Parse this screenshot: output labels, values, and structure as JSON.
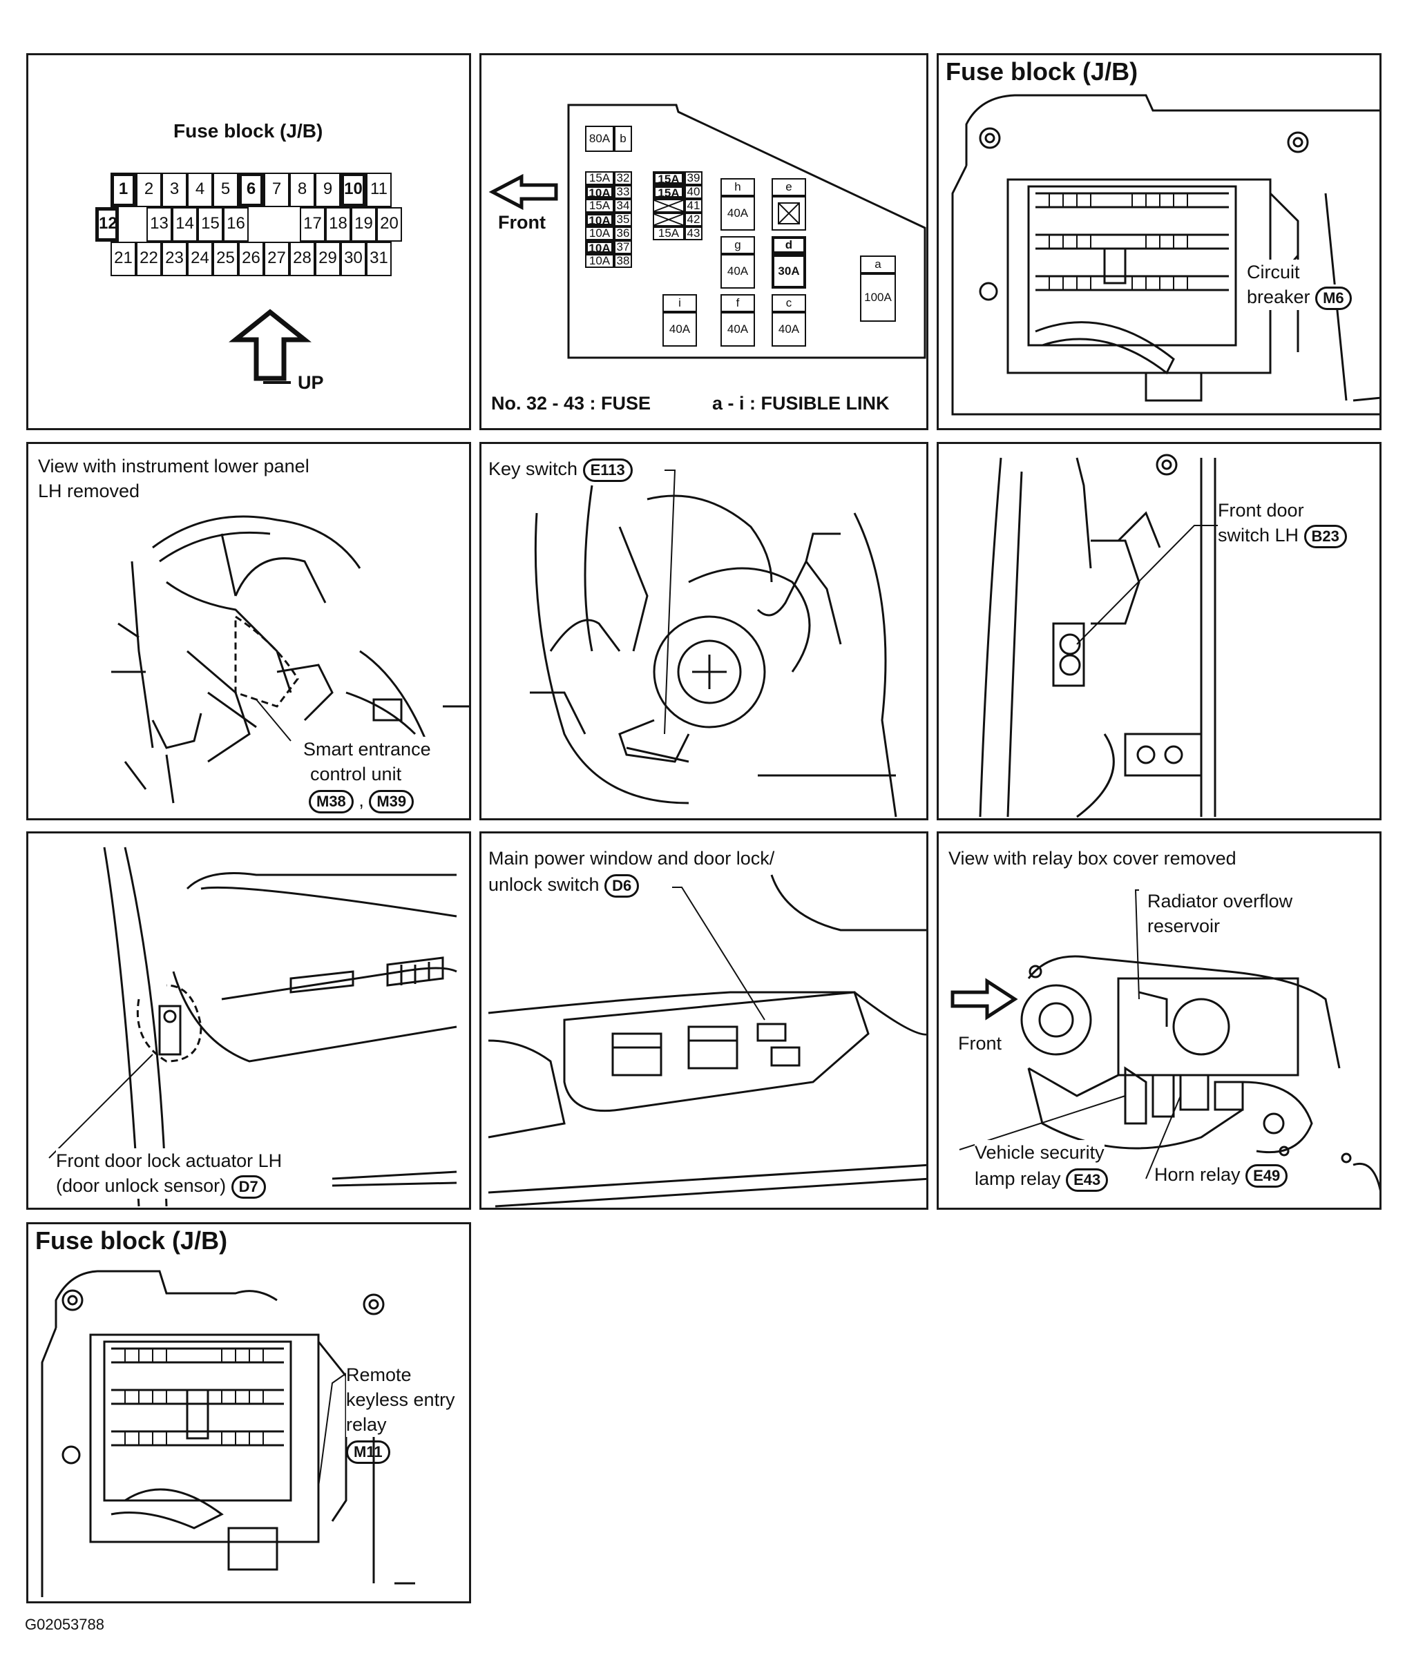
{
  "panel1": {
    "title": "Fuse block (J/B)",
    "up_label": "UP",
    "row1": [
      "1",
      "2",
      "3",
      "4",
      "5",
      "6",
      "7",
      "8",
      "9",
      "10",
      "11"
    ],
    "row2": [
      "12",
      "",
      "13",
      "14",
      "15",
      "16",
      "",
      "",
      "17",
      "18",
      "19",
      "20"
    ],
    "row3": [
      "21",
      "22",
      "23",
      "24",
      "25",
      "26",
      "27",
      "28",
      "29",
      "30",
      "31"
    ]
  },
  "panel2": {
    "front_label": "Front",
    "fuse_rows": [
      "15A",
      "10A",
      "15A",
      "10A",
      "10A",
      "10A",
      "10A"
    ],
    "fuse_nums": [
      "32",
      "33",
      "34",
      "35",
      "36",
      "37",
      "38"
    ],
    "fuse2_vals": [
      "15A",
      "15A",
      "",
      "",
      "15A"
    ],
    "fuse2_nums": [
      "39",
      "40",
      "41",
      "42",
      "43"
    ],
    "link_80a": "80A",
    "link_b": "b",
    "link_h": "h",
    "link_h_val": "40A",
    "link_e": "e",
    "link_g": "g",
    "link_g_val": "40A",
    "link_d": "d",
    "link_d_val": "30A",
    "link_a": "a",
    "link_a_val": "100A",
    "link_i": "i",
    "link_i_val": "40A",
    "link_f": "f",
    "link_f_val": "40A",
    "link_c": "c",
    "link_c_val": "40A",
    "legend_left": "No. 32 - 43 : FUSE",
    "legend_right": "a - i : FUSIBLE LINK"
  },
  "panel3": {
    "title": "Fuse block (J/B)",
    "label_line1": "Circuit",
    "label_line2": "breaker",
    "connector": "M6"
  },
  "panel4": {
    "title_line1": "View with instrument lower panel",
    "title_line2": "LH removed",
    "label_line1": "Smart entrance",
    "label_line2": "control unit",
    "connector1": "M38",
    "connector2": "M39",
    "separator": ","
  },
  "panel5": {
    "label": "Key switch",
    "connector": "E113"
  },
  "panel6": {
    "label_line1": "Front door",
    "label_line2": "switch LH",
    "connector": "B23"
  },
  "panel7": {
    "label_line1": "Front door lock actuator LH",
    "label_line2": "(door unlock sensor)",
    "connector": "D7"
  },
  "panel8": {
    "label_line1": "Main power window and door lock/",
    "label_line2": "unlock switch",
    "connector": "D6"
  },
  "panel9": {
    "title": "View with relay box cover removed",
    "label_radiator1": "Radiator overflow",
    "label_radiator2": "reservoir",
    "front_label": "Front",
    "label_vsl1": "Vehicle security",
    "label_vsl2": "lamp relay",
    "connector_vsl": "E43",
    "label_horn": "Horn relay",
    "connector_horn": "E49"
  },
  "panel10": {
    "title": "Fuse block (J/B)",
    "label_line1": "Remote",
    "label_line2": "keyless entry",
    "label_line3": "relay",
    "connector": "M11"
  },
  "figure_code": "G02053788"
}
